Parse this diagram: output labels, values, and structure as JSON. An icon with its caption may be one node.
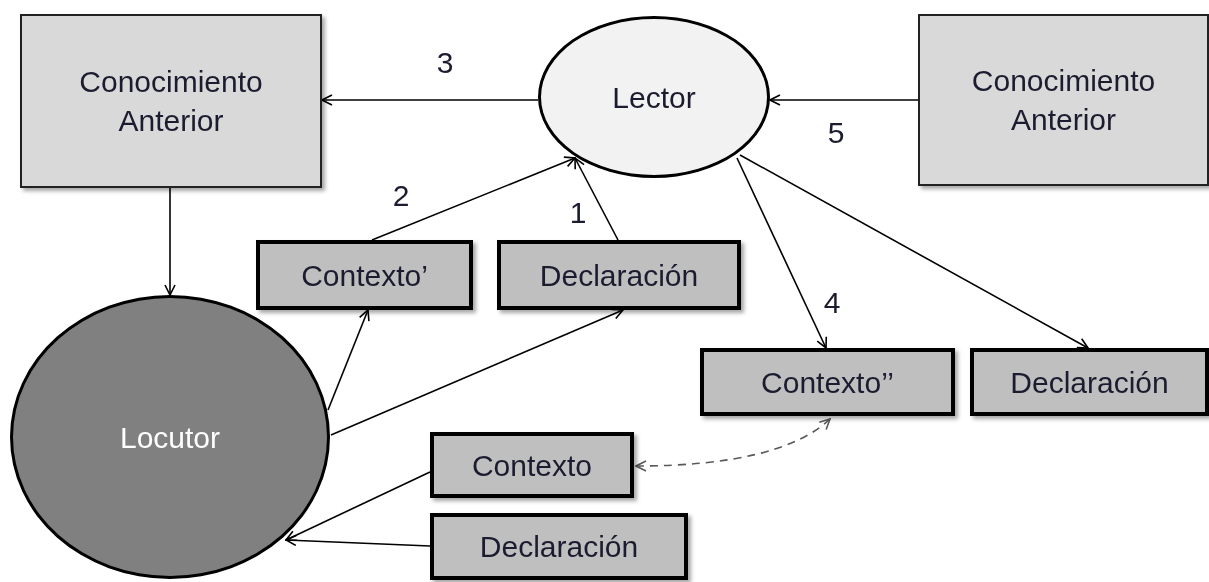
{
  "diagram": {
    "nodes": [
      {
        "text": [
          "Conocimiento Anterior"
        ]
      },
      {
        "text": [
          "Lector"
        ]
      },
      {
        "text": [
          "Conocimiento Anterior"
        ]
      },
      {
        "text": [
          "Contexto’"
        ]
      },
      {
        "text": [
          "Declaración"
        ]
      },
      {
        "text": [
          "Locutor"
        ]
      },
      {
        "text": [
          "Contexto’’"
        ]
      },
      {
        "text": [
          "Declaración"
        ]
      },
      {
        "text": [
          "Contexto"
        ]
      },
      {
        "text": [
          "Declaración"
        ]
      }
    ],
    "edges": [
      {
        "from": 1,
        "to": 0,
        "arrow": "to",
        "label": "3"
      },
      {
        "from": 2,
        "to": 1,
        "arrow": "to",
        "label": "5"
      },
      {
        "from": 0,
        "to": 5,
        "arrow": "to"
      },
      {
        "from": 3,
        "to": 1,
        "arrow": "to",
        "label": "2"
      },
      {
        "from": 4,
        "to": 1,
        "arrow": "to",
        "label": "1"
      },
      {
        "from": 5,
        "to": 3,
        "arrow": "to"
      },
      {
        "from": 5,
        "to": 4,
        "arrow": "to"
      },
      {
        "from": 1,
        "to": 6,
        "arrow": "to",
        "label": "4"
      },
      {
        "from": 1,
        "to": 7,
        "arrow": "to"
      },
      {
        "from": 8,
        "to": 5,
        "arrow": "to"
      },
      {
        "from": 9,
        "to": 5,
        "arrow": "to"
      },
      {
        "from": 6,
        "to": 8,
        "arrow": "both",
        "style": "dashed",
        "color": "#595959"
      }
    ]
  }
}
